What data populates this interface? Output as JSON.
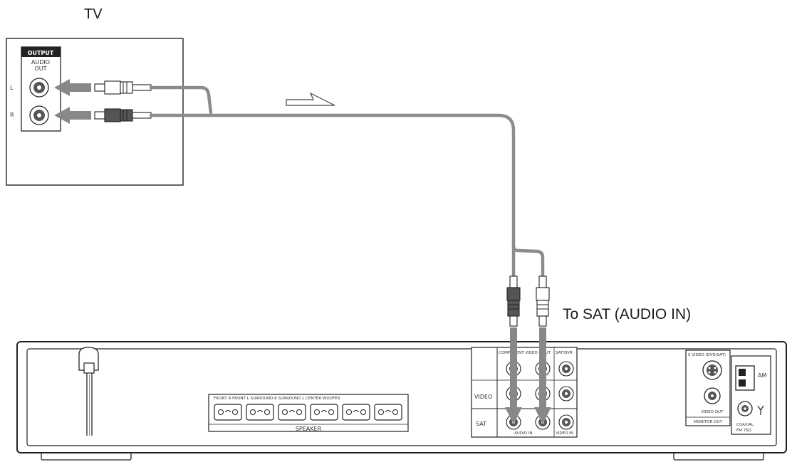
{
  "labels": {
    "tv": "TV",
    "to_sat": "To SAT (AUDIO IN)"
  },
  "tv_panel": {
    "header": "OUTPUT",
    "sub_line1": "AUDIO",
    "sub_line2": "OUT",
    "left_channel": "L",
    "right_channel": "R"
  },
  "receiver": {
    "speaker_label": "SPEAKER",
    "speaker_header": "FRONT R  FRONT L  SURROUND R  SURROUND L  CENTER  WOOFER",
    "input_headers": [
      "COMPONENT VIDEO INPUT",
      "SAT/DVR"
    ],
    "row_video": "VIDEO",
    "row_sat": "SAT",
    "audio_in": "AUDIO IN",
    "video_in": "VIDEO IN",
    "video_out": "VIDEO OUT",
    "monitor_out": "MONITOR OUT",
    "s_video": "S VIDEO (DVD/SAT)",
    "am": "AM",
    "fm": "FM 75Ω",
    "coaxial": "COAXIAL"
  },
  "colors": {
    "cable": "#8c8c8c",
    "arrow": "#888888",
    "line": "#222222"
  }
}
